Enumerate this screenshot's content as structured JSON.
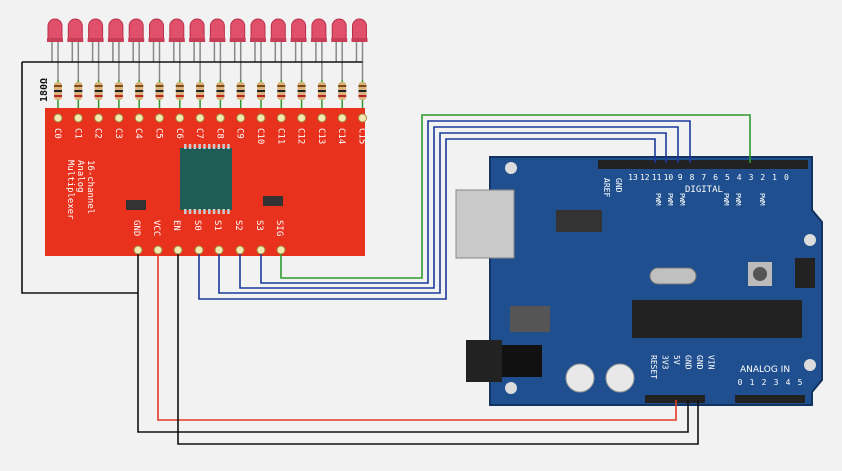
{
  "multiplexer": {
    "channel_labels": [
      "C0",
      "C1",
      "C2",
      "C3",
      "C4",
      "C5",
      "C6",
      "C7",
      "C8",
      "C9",
      "C10",
      "C11",
      "C12",
      "C13",
      "C14",
      "C15"
    ],
    "title_lines": [
      "16-channel",
      "Analog",
      "Multiplexer"
    ],
    "pin_labels": [
      "GND",
      "VCC",
      "EN",
      "S0",
      "S1",
      "S2",
      "S3",
      "SIG"
    ],
    "resistor_value": "180Ω",
    "board_color": "#e8321e"
  },
  "arduino": {
    "digital_pins": [
      "13",
      "12",
      "11",
      "10",
      "9",
      "8",
      "7",
      "6",
      "5",
      "4",
      "3",
      "2",
      "1",
      "0"
    ],
    "header_labels": {
      "aref": "AREF",
      "gnd": "GND",
      "digital": "DIGITAL",
      "analog_in": "ANALOG IN"
    },
    "pwm_label": "PWM",
    "power_pins": [
      "RESET",
      "3V3",
      "5V",
      "GND",
      "GND",
      "VIN"
    ],
    "analog_pins": [
      "0",
      "1",
      "2",
      "3",
      "4",
      "5"
    ],
    "board_color": "#1f4f8f"
  },
  "wire_colors": {
    "signal": "#2e9a2e",
    "select": "#1a3a9c",
    "power": "#e23a24",
    "ground": "#111111"
  },
  "led_color": "#e0506a"
}
